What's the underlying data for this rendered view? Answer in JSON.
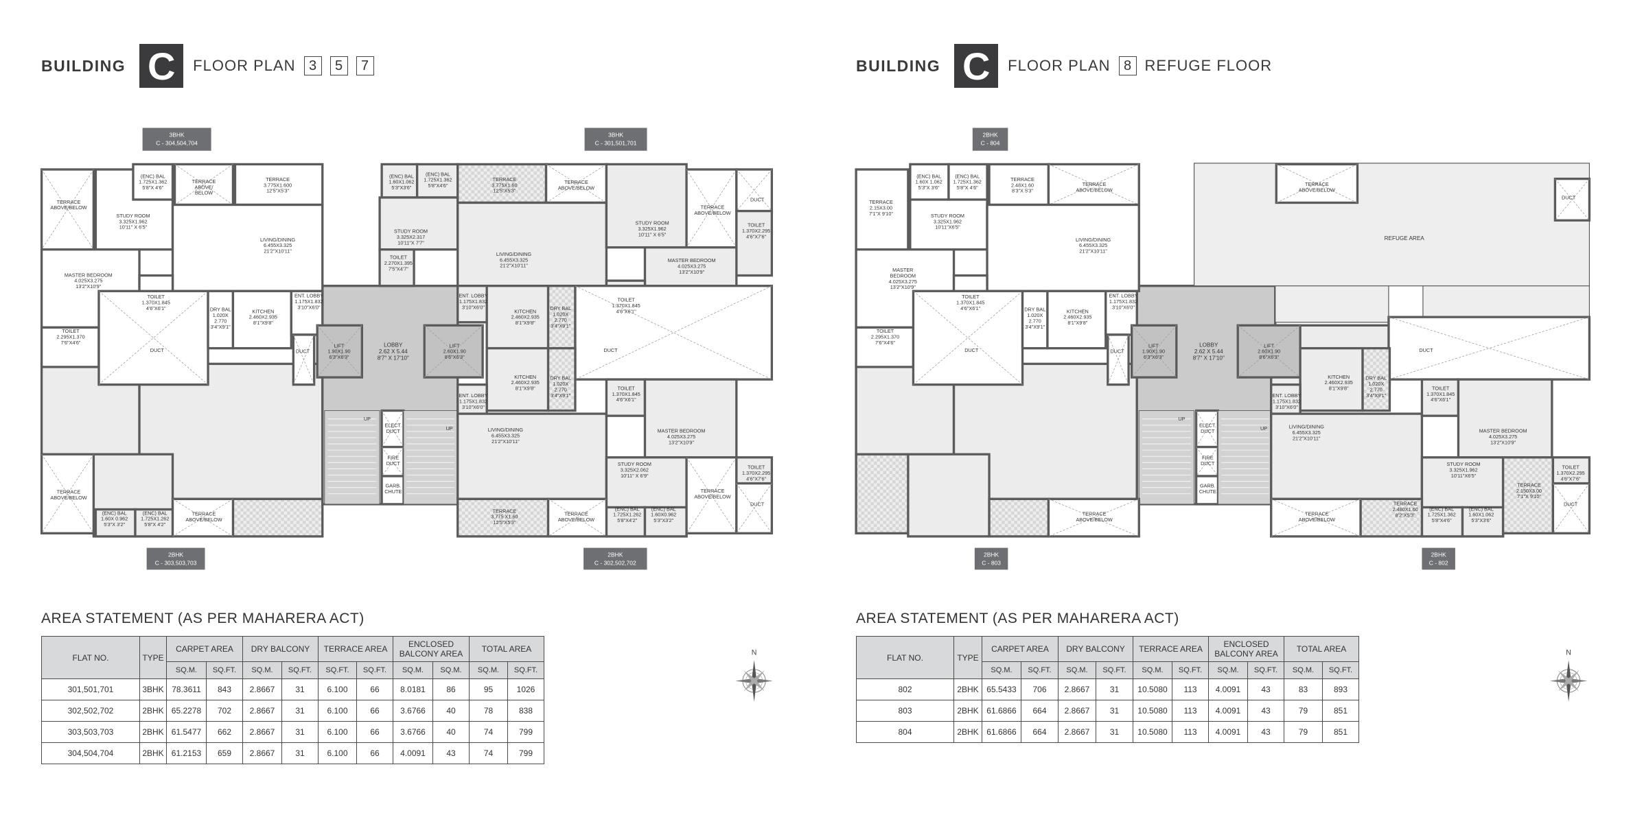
{
  "sheets": [
    {
      "building_label": "BUILDING",
      "building_letter": "C",
      "floor_plan_label": "FLOOR PLAN",
      "floors": [
        "3",
        "5",
        "7"
      ],
      "suffix": ""
    },
    {
      "building_label": "BUILDING",
      "building_letter": "C",
      "floor_plan_label": "FLOOR PLAN",
      "floors": [
        "8"
      ],
      "suffix": "REFUGE FLOOR"
    }
  ],
  "plans": [
    {
      "unit_tags": [
        {
          "type": "3BHK",
          "flats": "C - 304,504,704"
        },
        {
          "type": "3BHK",
          "flats": "C - 301,501,701"
        },
        {
          "type": "2BHK",
          "flats": "C - 303,503,703"
        },
        {
          "type": "2BHK",
          "flats": "C - 302,502,702"
        }
      ],
      "rooms": [
        {
          "lines": [
            "TERRACE",
            "ABOVE/BELOW"
          ]
        },
        {
          "lines": [
            "STUDY ROOM",
            "3.325X1.962",
            "10'11\" X 6'5\""
          ]
        },
        {
          "lines": [
            "(ENC) BAL",
            "1.725X1.362",
            "5'8\"X 4'6\""
          ]
        },
        {
          "lines": [
            "TERRACE",
            "ABOVE/",
            "BELOW"
          ]
        },
        {
          "lines": [
            "TERRACE",
            "3.775X1.600",
            "12'5\"X5'3\""
          ]
        },
        {
          "lines": [
            "LIVING/DINING",
            "6.455X3.325",
            "21'2\"X10'11\""
          ]
        },
        {
          "lines": [
            "MASTER BEDROOM",
            "4.025X3.275",
            "13'2\"X10'9\""
          ]
        },
        {
          "lines": [
            "TOILET",
            "1.370X1.845",
            "4'6\"X6'1\""
          ]
        },
        {
          "lines": [
            "TOILET",
            "2.295X1.370",
            "7'6\"X4'6\""
          ]
        },
        {
          "lines": [
            "DUCT"
          ]
        },
        {
          "lines": [
            "DRY BAL",
            "1.020X",
            "2.770",
            "3'4\"X9'1\""
          ]
        },
        {
          "lines": [
            "KITCHEN",
            "2.460X2.935",
            "8'1\"X9'8\""
          ]
        },
        {
          "lines": [
            "ENT. LOBBY",
            "1.175X1.832",
            "3'10\"X6'0\""
          ]
        },
        {
          "lines": [
            "DUCT"
          ]
        },
        {
          "lines": [
            "LIFT",
            "1.90X1.90",
            "6'3\"X6'3\""
          ]
        },
        {
          "lines": [
            "LOBBY",
            "2.62 X 5.44",
            "8'7\" X 17'10\""
          ]
        },
        {
          "lines": [
            "LIFT",
            "2.60X1.90",
            "8'6\"X6'3\""
          ]
        },
        {
          "lines": [
            "UP"
          ]
        },
        {
          "lines": [
            "ELECT.",
            "DUCT"
          ]
        },
        {
          "lines": [
            "FIRE",
            "DUCT"
          ]
        },
        {
          "lines": [
            "GARB.",
            "CHUTE"
          ]
        },
        {
          "lines": [
            "UP"
          ]
        },
        {
          "lines": [
            "TERRACE",
            "ABOVE/BELOW"
          ]
        },
        {
          "lines": [
            "(ENC) BAL",
            "1.60X 0.962",
            "5'3\"X 3'2\""
          ]
        },
        {
          "lines": [
            "(ENC) BAL",
            "1.725X1.262",
            "5'8\"X 4'2\""
          ]
        },
        {
          "lines": [
            "TERRACE",
            "ABOVE/BELOW"
          ]
        },
        {
          "lines": [
            "(ENC) BAL",
            "1.60X1.062",
            "5'3\"X3'6\""
          ]
        },
        {
          "lines": [
            "(ENC) BAL",
            "1.725X1.362",
            "5'8\"X4'6\""
          ]
        },
        {
          "lines": [
            "STUDY ROOM",
            "3.325X2.317",
            "10'11\"X 7'7\""
          ]
        },
        {
          "lines": [
            "TOILET",
            "2.270X1.395",
            "7'5\"X4'7\""
          ]
        },
        {
          "lines": [
            "TERRACE",
            "3.775X1.60",
            "12'5\"X5'3\""
          ]
        },
        {
          "lines": [
            "TERRACE",
            "ABOVE/BELOW"
          ]
        },
        {
          "lines": [
            "LIVING/DINING",
            "6.455X3.325",
            "21'2\"X10'11\""
          ]
        },
        {
          "lines": [
            "STUDY ROOM",
            "3.325X1.962",
            "10'11\" X 6'5\""
          ]
        },
        {
          "lines": [
            "TERRACE",
            "ABOVE/BELOW"
          ]
        },
        {
          "lines": [
            "DUCT"
          ]
        },
        {
          "lines": [
            "TOILET",
            "1.370X2.295",
            "4'6\"X7'6\""
          ]
        },
        {
          "lines": [
            "MASTER BEDROOM",
            "4.025X3.275",
            "13'2\"X10'9\""
          ]
        },
        {
          "lines": [
            "TOILET",
            "1.370X1.845",
            "4'6\"X6'1\""
          ]
        },
        {
          "lines": [
            "ENT. LOBBY",
            "1.175X1.832",
            "3'10\"X6'0\""
          ]
        },
        {
          "lines": [
            "KITCHEN",
            "2.460X2.935",
            "8'1\"X9'8\""
          ]
        },
        {
          "lines": [
            "DRY BAL",
            "1.020X",
            "2.770",
            "3'4\"X9'1\""
          ]
        },
        {
          "lines": [
            "DUCT"
          ]
        },
        {
          "lines": [
            "KITCHEN",
            "2.460X2.935",
            "8'1\"X9'8\""
          ]
        },
        {
          "lines": [
            "DRY BAL",
            "1.020X",
            "2.770",
            "3'4\"X9'1\""
          ]
        },
        {
          "lines": [
            "ENT. LOBBY",
            "1.175X1.832",
            "3'10\"X6'0\""
          ]
        },
        {
          "lines": [
            "LIVING/DINING",
            "6.455X3.325",
            "21'2\"X10'11\""
          ]
        },
        {
          "lines": [
            "TOILET",
            "1.370X1.845",
            "4'6\"X6'1\""
          ]
        },
        {
          "lines": [
            "MASTER BEDROOM",
            "4.025X3.275",
            "13'2\"X10'9\""
          ]
        },
        {
          "lines": [
            "STUDY ROOM",
            "3.325X2.062",
            "10'11\" X 6'9\""
          ]
        },
        {
          "lines": [
            "(ENC) BAL",
            "1.725X1.262",
            "5'8\"X4'2\""
          ]
        },
        {
          "lines": [
            "(ENC) BAL",
            "1.60X0.962",
            "5'3\"X3'2\""
          ]
        },
        {
          "lines": [
            "TERRACE",
            "ABOVE/BELOW"
          ]
        },
        {
          "lines": [
            "TOILET",
            "1.370X2.295",
            "4'6\"X7'6\""
          ]
        },
        {
          "lines": [
            "DUCT"
          ]
        },
        {
          "lines": [
            "TERRACE",
            "3.775 X1.60",
            "12'5\"X5'3\""
          ]
        },
        {
          "lines": [
            "TERRACE",
            "ABOVE/BELOW"
          ]
        }
      ]
    },
    {
      "unit_tags": [
        {
          "type": "2BHK",
          "flats": "C - 804"
        },
        {
          "type": "2BHK",
          "flats": "C - 803"
        },
        {
          "type": "2BHK",
          "flats": "C - 802"
        }
      ],
      "rooms": [
        {
          "lines": [
            "TERRACE",
            "2.15X3.00",
            "7'1\"X 9'10\""
          ]
        },
        {
          "lines": [
            "STUDY ROOM",
            "3.325X1.962",
            "10'11\"X6'5\""
          ]
        },
        {
          "lines": [
            "(ENC) BAL",
            "1.60X 1.062",
            "5'3\"X 3'6\""
          ]
        },
        {
          "lines": [
            "(ENC) BAL",
            "1.725X1.362",
            "5'8\"X 4'6\""
          ]
        },
        {
          "lines": [
            "TERRACE",
            "2.48X1.60",
            "8'3\"X 5'3\""
          ]
        },
        {
          "lines": [
            "TERRACE",
            "ABOVE/BELOW"
          ]
        },
        {
          "lines": [
            "LIVING/DINING",
            "6.455X3.325",
            "21'2\"X10'11\""
          ]
        },
        {
          "lines": [
            "MASTER",
            "BEDROOM",
            "4.025X3.275",
            "13'2\"X10'9\""
          ]
        },
        {
          "lines": [
            "TOILET",
            "1.370X1.845",
            "4'6\"X6'1\""
          ]
        },
        {
          "lines": [
            "TOILET",
            "2.295X1.370",
            "7'6\"X4'6\""
          ]
        },
        {
          "lines": [
            "DUCT"
          ]
        },
        {
          "lines": [
            "DRY BAL",
            "1.020X",
            "2.770",
            "3'4\"X9'1\""
          ]
        },
        {
          "lines": [
            "KITCHEN",
            "2.460X2.935",
            "8'1\"X9'8\""
          ]
        },
        {
          "lines": [
            "ENT. LOBBY",
            "1.175X1.832",
            "3'10\"X6'0\""
          ]
        },
        {
          "lines": [
            "DUCT"
          ]
        },
        {
          "lines": [
            "LIFT",
            "1.90X1.90",
            "6'3\"X6'3\""
          ]
        },
        {
          "lines": [
            "LOBBY",
            "2.62 X 5.44",
            "8'7\" X 17'10\""
          ]
        },
        {
          "lines": [
            "LIFT",
            "2.60X1.90",
            "8'6\"X6'3\""
          ]
        },
        {
          "lines": [
            "REFUGE AREA"
          ]
        },
        {
          "lines": [
            "TERRACE",
            "ABOVE/BELOW"
          ]
        },
        {
          "lines": [
            "DUCT"
          ]
        },
        {
          "lines": [
            "DUCT"
          ]
        },
        {
          "lines": [
            "UP"
          ]
        },
        {
          "lines": [
            "ELECT.",
            "DUCT"
          ]
        },
        {
          "lines": [
            "FIRE",
            "DUCT"
          ]
        },
        {
          "lines": [
            "GARB.",
            "CHUTE"
          ]
        },
        {
          "lines": [
            "UP"
          ]
        },
        {
          "lines": [
            "TERRACE",
            "ABOVE/BELOW"
          ]
        },
        {
          "lines": [
            "KITCHEN",
            "2.460X2.935",
            "8'1\"X9'8\""
          ]
        },
        {
          "lines": [
            "DRY BAL",
            "1.020X",
            "2.770",
            "3'4\"X9'1\""
          ]
        },
        {
          "lines": [
            "ENT. LOBBY",
            "1.175X1.832",
            "3'10\"X6'0\""
          ]
        },
        {
          "lines": [
            "LIVING/DINING",
            "6.455X3.325",
            "21'2\"X10'11\""
          ]
        },
        {
          "lines": [
            "TOILET",
            "1.370X1.845",
            "4'6\"X6'1\""
          ]
        },
        {
          "lines": [
            "MASTER BEDROOM",
            "4.025X3.275",
            "13'2\"X10'9\""
          ]
        },
        {
          "lines": [
            "STUDY ROOM",
            "3.325X1.962",
            "10'11\"X6'5\""
          ]
        },
        {
          "lines": [
            "(ENC) BAL",
            "1.725X1.362",
            "5'8\"X4'6\""
          ]
        },
        {
          "lines": [
            "(ENC) BAL",
            "1.60X1.062",
            "5'3\"X3'6\""
          ]
        },
        {
          "lines": [
            "TERRACE",
            "2.150X3.00",
            "7'1\"X 9'10\""
          ]
        },
        {
          "lines": [
            "TOILET",
            "1.370X2.295",
            "4'6\"X7'6\""
          ]
        },
        {
          "lines": [
            "DUCT"
          ]
        },
        {
          "lines": [
            "TERRACE",
            "2.480X1.60",
            "8'2\"X5'3\""
          ]
        },
        {
          "lines": [
            "TERRACE",
            "ABOVE/BELOW"
          ]
        }
      ]
    }
  ],
  "area_statements": [
    {
      "title": "AREA STATEMENT (AS PER MAHARERA ACT)",
      "col_flat": "FLAT NO.",
      "col_type": "TYPE",
      "groups": [
        "CARPET AREA",
        "DRY BALCONY",
        "TERRACE AREA",
        "ENCLOSED BALCONY AREA",
        "TOTAL AREA"
      ],
      "units": [
        "SQ.M.",
        "SQ.FT.",
        "SQ.M.",
        "SQ.FT.",
        "SQ.FT.",
        "SQ.FT.",
        "SQ.M.",
        "SQ.M.",
        "SQ.M.",
        "SQ.FT."
      ],
      "rows": [
        [
          "301,501,701",
          "3BHK",
          "78.3611",
          "843",
          "2.8667",
          "31",
          "6.100",
          "66",
          "8.0181",
          "86",
          "95",
          "1026"
        ],
        [
          "302,502,702",
          "2BHK",
          "65.2278",
          "702",
          "2.8667",
          "31",
          "6.100",
          "66",
          "3.6766",
          "40",
          "78",
          "838"
        ],
        [
          "303,503,703",
          "2BHK",
          "61.5477",
          "662",
          "2.8667",
          "31",
          "6.100",
          "66",
          "3.6766",
          "40",
          "74",
          "799"
        ],
        [
          "304,504,704",
          "2BHK",
          "61.2153",
          "659",
          "2.8667",
          "31",
          "6.100",
          "66",
          "4.0091",
          "43",
          "74",
          "799"
        ]
      ]
    },
    {
      "title": "AREA STATEMENT (AS PER MAHARERA ACT)",
      "col_flat": "FLAT NO.",
      "col_type": "TYPE",
      "groups": [
        "CARPET AREA",
        "DRY BALCONY",
        "TERRACE AREA",
        "ENCLOSED BALCONY AREA",
        "TOTAL AREA"
      ],
      "units": [
        "SQ.M.",
        "SQ.FT.",
        "SQ.M.",
        "SQ.FT.",
        "SQ.M.",
        "SQ.FT.",
        "SQ.M.",
        "SQ.FT.",
        "SQ.M.",
        "SQ.FT."
      ],
      "rows": [
        [
          "802",
          "2BHK",
          "65.5433",
          "706",
          "2.8667",
          "31",
          "10.5080",
          "113",
          "4.0091",
          "43",
          "83",
          "893"
        ],
        [
          "803",
          "2BHK",
          "61.6866",
          "664",
          "2.8667",
          "31",
          "10.5080",
          "113",
          "4.0091",
          "43",
          "79",
          "851"
        ],
        [
          "804",
          "2BHK",
          "61.6866",
          "664",
          "2.8667",
          "31",
          "10.5080",
          "113",
          "4.0091",
          "43",
          "79",
          "851"
        ]
      ]
    }
  ],
  "compass": {
    "label": "N",
    "icon": "north-compass-rose"
  },
  "colors": {
    "wall": "#5b5b5b",
    "tag": "#6d6f72",
    "header_block": "#3b3b3d",
    "table_header": "#d8d9da",
    "lobby": "#cbcbcb"
  }
}
